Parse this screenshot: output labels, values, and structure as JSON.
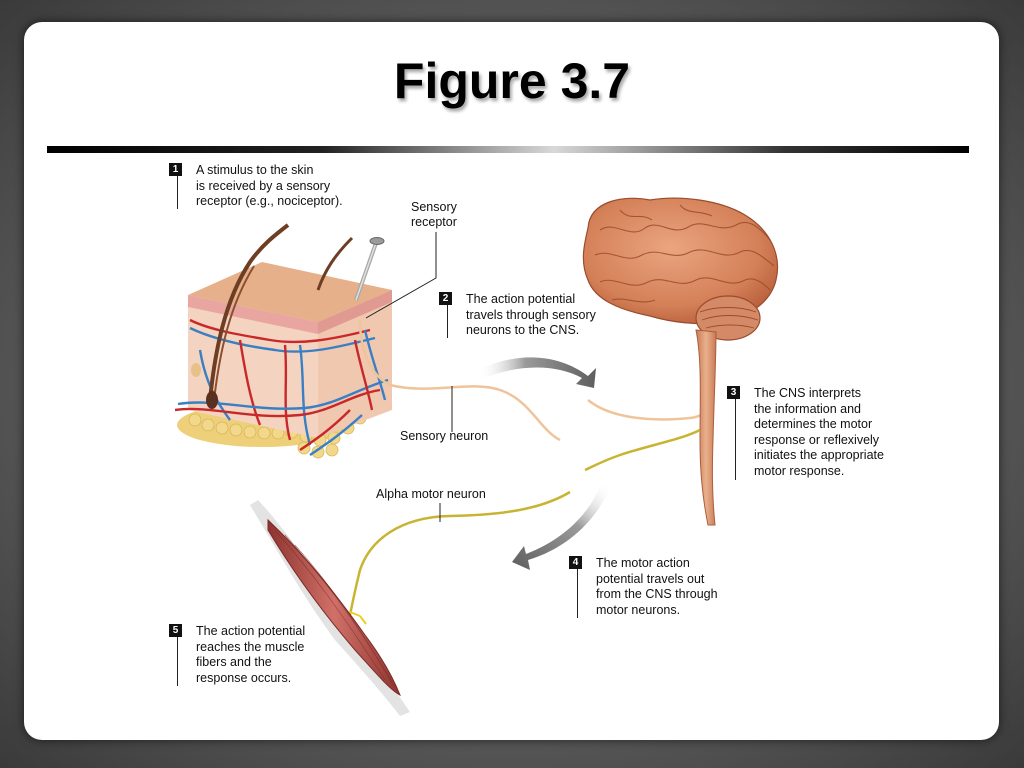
{
  "slide": {
    "title": "Figure 3.7"
  },
  "steps": [
    {
      "number": "1",
      "text": "A stimulus to the skin\nis received by a sensory\nreceptor (e.g., nociceptor)."
    },
    {
      "number": "2",
      "text": "The action potential\ntravels through sensory\nneurons to the CNS."
    },
    {
      "number": "3",
      "text": "The CNS interprets\nthe information and\ndetermines the motor\nresponse or reflexively\ninitiates the appropriate\nmotor response."
    },
    {
      "number": "4",
      "text": "The motor action\npotential travels out\nfrom the CNS through\nmotor neurons."
    },
    {
      "number": "5",
      "text": "The action potential\nreaches the muscle\nfibers and the\nresponse occurs."
    }
  ],
  "labels": {
    "sensory_receptor": "Sensory\nreceptor",
    "sensory_neuron": "Sensory neuron",
    "alpha_motor_neuron": "Alpha motor neuron"
  },
  "colors": {
    "skin_surface": "#e8b48f",
    "dermis": "#f2c9b0",
    "artery": "#c8282a",
    "vein": "#3a7fc4",
    "fat": "#f0d27a",
    "brain": "#d98a62",
    "spinal_cord": "#d8906a",
    "sensory_neuron": "#f0c49a",
    "motor_neuron": "#c8b432",
    "muscle": "#b8504a",
    "arrow": "#7a7a7a"
  }
}
